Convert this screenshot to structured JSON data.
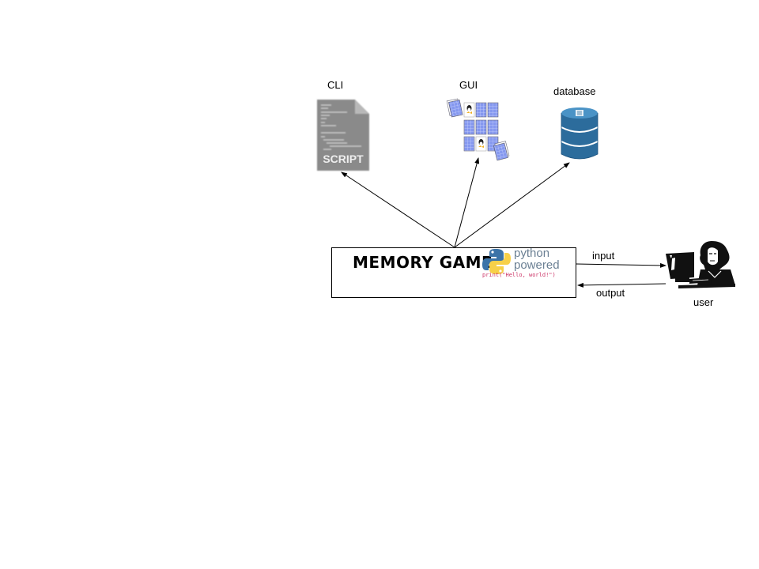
{
  "diagram": {
    "main_box": {
      "title": "MEMORY GAME",
      "badge": {
        "line1": "python",
        "line2": "powered",
        "code": "print(\"Hello, world!\")"
      }
    },
    "nodes": {
      "cli": {
        "label": "CLI",
        "icon": "script-file-icon",
        "icon_text": "SCRIPT"
      },
      "gui": {
        "label": "GUI",
        "icon": "memory-cards-icon"
      },
      "database": {
        "label": "database",
        "icon": "database-cylinder-icon"
      },
      "user": {
        "label": "user",
        "icon": "user-at-computer-icon"
      }
    },
    "edges": {
      "input": "input",
      "output": "output"
    },
    "colors": {
      "card_blue": "#7f93e8",
      "db_blue": "#2f6f9f",
      "python_blue": "#3b73a8",
      "python_yellow": "#f7d048"
    }
  }
}
